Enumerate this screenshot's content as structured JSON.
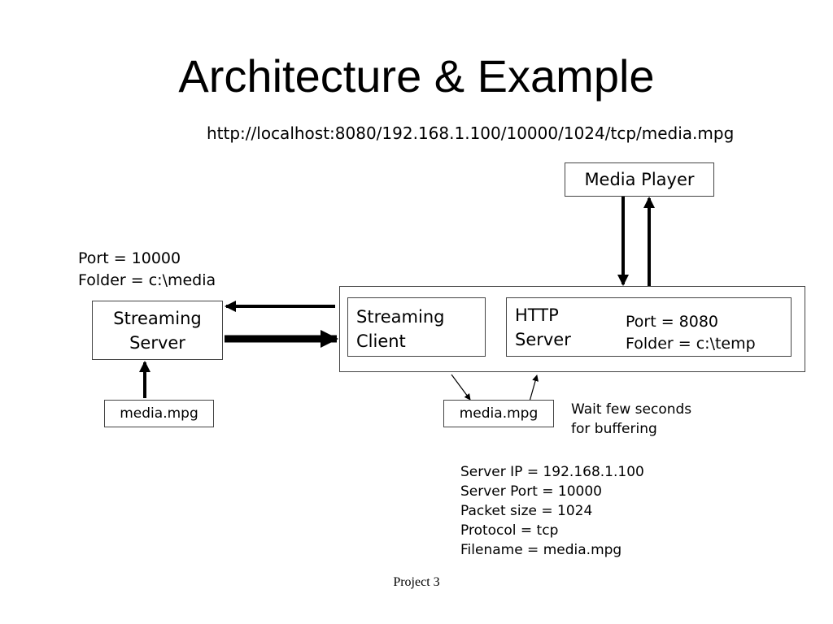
{
  "title": "Architecture & Example",
  "url": "http://localhost:8080/192.168.1.100/10000/1024/tcp/media.mpg",
  "media_player": "Media Player",
  "streaming_server": {
    "line1": "Streaming",
    "line2": "Server",
    "port": "Port = 10000",
    "folder": "Folder = c:\\media"
  },
  "streaming_client": {
    "line1": "Streaming",
    "line2": "Client"
  },
  "http_server": {
    "line1": "HTTP",
    "line2": "Server",
    "port": "Port = 8080",
    "folder": "Folder = c:\\temp"
  },
  "media_file_left": "media.mpg",
  "media_file_right": "media.mpg",
  "buffer_note": {
    "line1": "Wait few seconds",
    "line2": "for buffering"
  },
  "params": [
    "Server IP = 192.168.1.100",
    "Server Port = 10000",
    "Packet size = 1024",
    "Protocol = tcp",
    "Filename = media.mpg"
  ],
  "footer": "Project 3"
}
